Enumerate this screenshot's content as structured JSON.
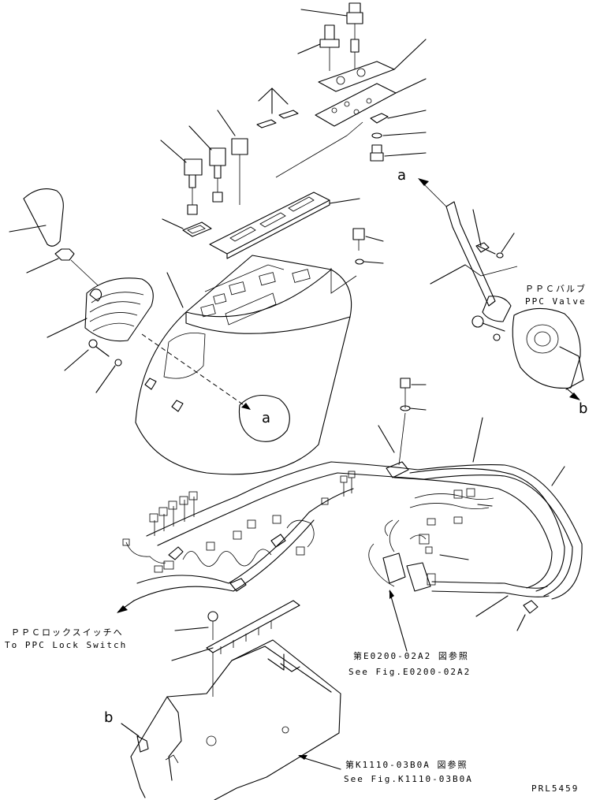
{
  "labels": {
    "ppc_valve_jp": "ＰＰＣバルブ",
    "ppc_valve_en": "PPC Valve",
    "lock_switch_jp": "ＰＰＣロックスイッチへ",
    "lock_switch_en": "To PPC Lock Switch",
    "ref1_jp": "第E0200-02A2 図参照",
    "ref1_en": "See Fig.E0200-02A2",
    "ref2_jp": "第K1110-03B0A 図参照",
    "ref2_en": "See Fig.K1110-03B0A",
    "drawing_no": "PRL5459"
  },
  "markers": {
    "a": "a",
    "b": "b"
  }
}
